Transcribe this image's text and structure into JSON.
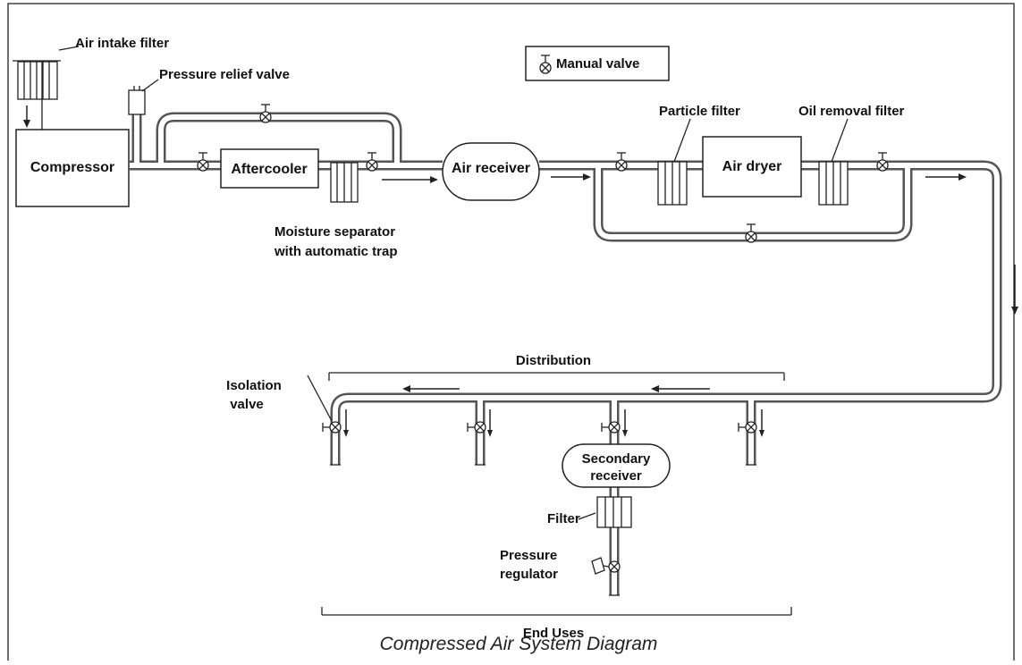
{
  "labels": {
    "air_intake_filter": "Air intake filter",
    "pressure_relief_valve": "Pressure relief valve",
    "manual_valve": "Manual valve",
    "compressor": "Compressor",
    "aftercooler": "Aftercooler",
    "air_receiver": "Air receiver",
    "particle_filter": "Particle filter",
    "oil_removal_filter": "Oil removal filter",
    "air_dryer": "Air dryer",
    "moisture_separator_1": "Moisture separator",
    "moisture_separator_2": "with automatic trap",
    "distribution": "Distribution",
    "isolation_valve_1": "Isolation",
    "isolation_valve_2": "valve",
    "secondary_receiver_1": "Secondary",
    "secondary_receiver_2": "receiver",
    "filter": "Filter",
    "pressure_regulator_1": "Pressure",
    "pressure_regulator_2": "regulator",
    "end_uses": "End Uses"
  },
  "title": "Compressed Air System Diagram"
}
